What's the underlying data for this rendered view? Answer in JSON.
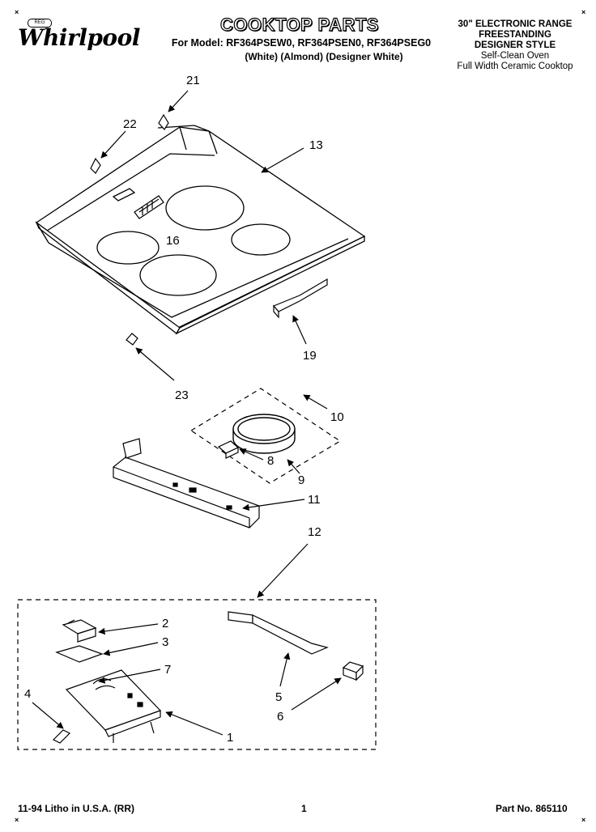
{
  "header": {
    "title": "COOKTOP PARTS",
    "model_line": "For Model: RF364PSEW0, RF364PSEN0, RF364PSEG0",
    "colors_line": "(White)    (Almond) (Designer White)",
    "description": [
      "30\" ELECTRONIC RANGE",
      "FREESTANDING",
      "DESIGNER STYLE",
      "Self-Clean Oven",
      "Full Width Ceramic Cooktop"
    ]
  },
  "logo": {
    "brand": "Whirlpool",
    "registered_mark": "REG"
  },
  "part_labels": [
    "21",
    "22",
    "13",
    "16",
    "19",
    "23",
    "10",
    "8",
    "9",
    "11",
    "12",
    "2",
    "3",
    "7",
    "4",
    "5",
    "6",
    "1"
  ],
  "footer": {
    "left": "11-94 Litho in U.S.A. (RR)",
    "center": "1",
    "right": "Part No. 865110"
  },
  "corner_marks": [
    "×",
    "×",
    "×",
    "×"
  ]
}
